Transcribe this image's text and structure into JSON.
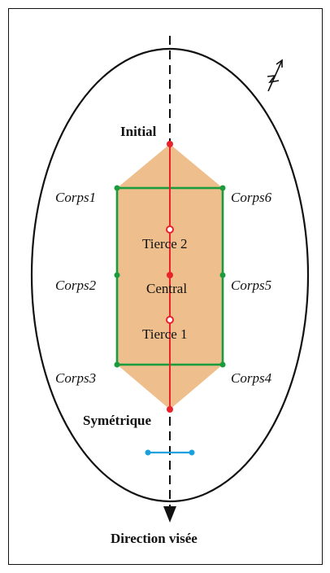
{
  "labels": {
    "initial": "Initial",
    "symetrique": "Symétrique",
    "direction": "Direction visée",
    "central": "Central",
    "tierce1": "Tierce 1",
    "tierce2": "Tierce 2",
    "corps1": "Corps1",
    "corps2": "Corps2",
    "corps3": "Corps3",
    "corps4": "Corps4",
    "corps5": "Corps5",
    "corps6": "Corps6"
  },
  "colors": {
    "fill": "#eebf8c",
    "green": "#1a9c3e",
    "red": "#e8232a",
    "blue": "#1aa0dd",
    "black": "#111111"
  },
  "icons": {
    "north_arrow": "north-arrow-icon",
    "direction_arrow": "arrow-down-icon"
  }
}
